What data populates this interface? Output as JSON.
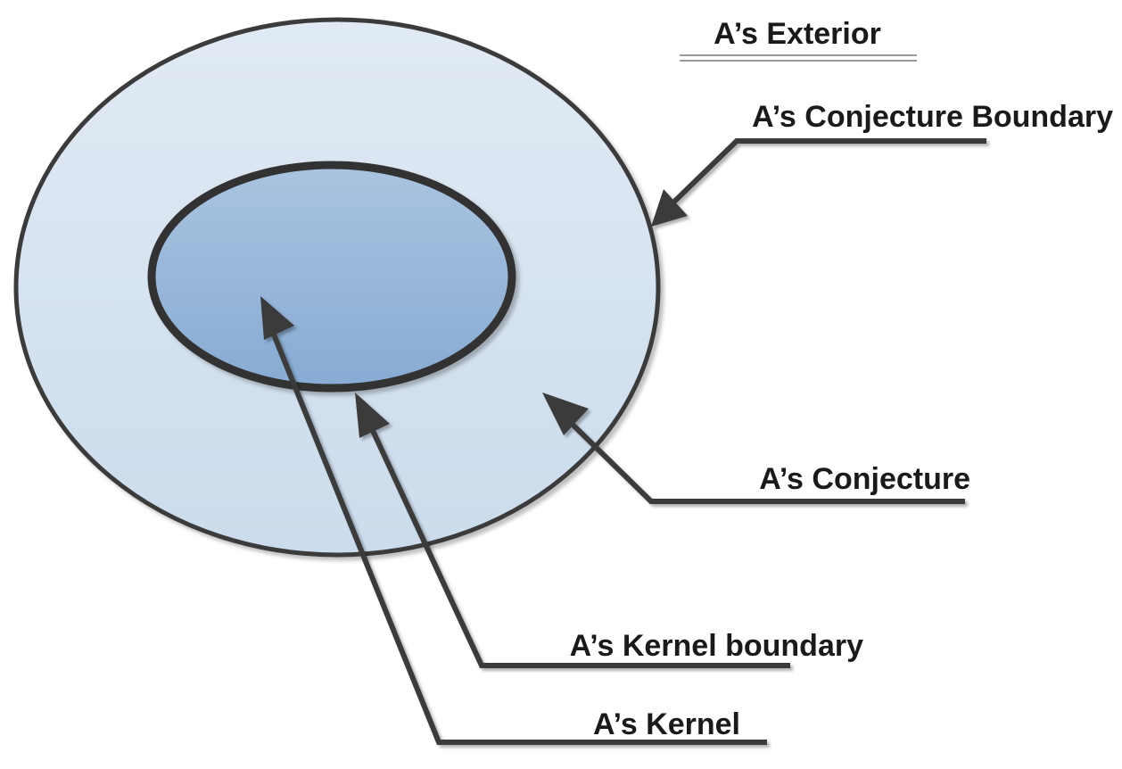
{
  "labels": {
    "exterior": "A’s Exterior",
    "conjecture_boundary": "A’s Conjecture Boundary",
    "conjecture": "A’s Conjecture",
    "kernel_boundary": "A’s Kernel boundary",
    "kernel": "A’s Kernel"
  },
  "colors": {
    "outer_fill_top": "#e1eaf4",
    "outer_fill_bottom": "#cbdcec",
    "inner_fill_top": "#a9c4e0",
    "inner_fill_bottom": "#87abd3",
    "stroke": "#3a3a3a",
    "text": "#1a1a1a"
  }
}
